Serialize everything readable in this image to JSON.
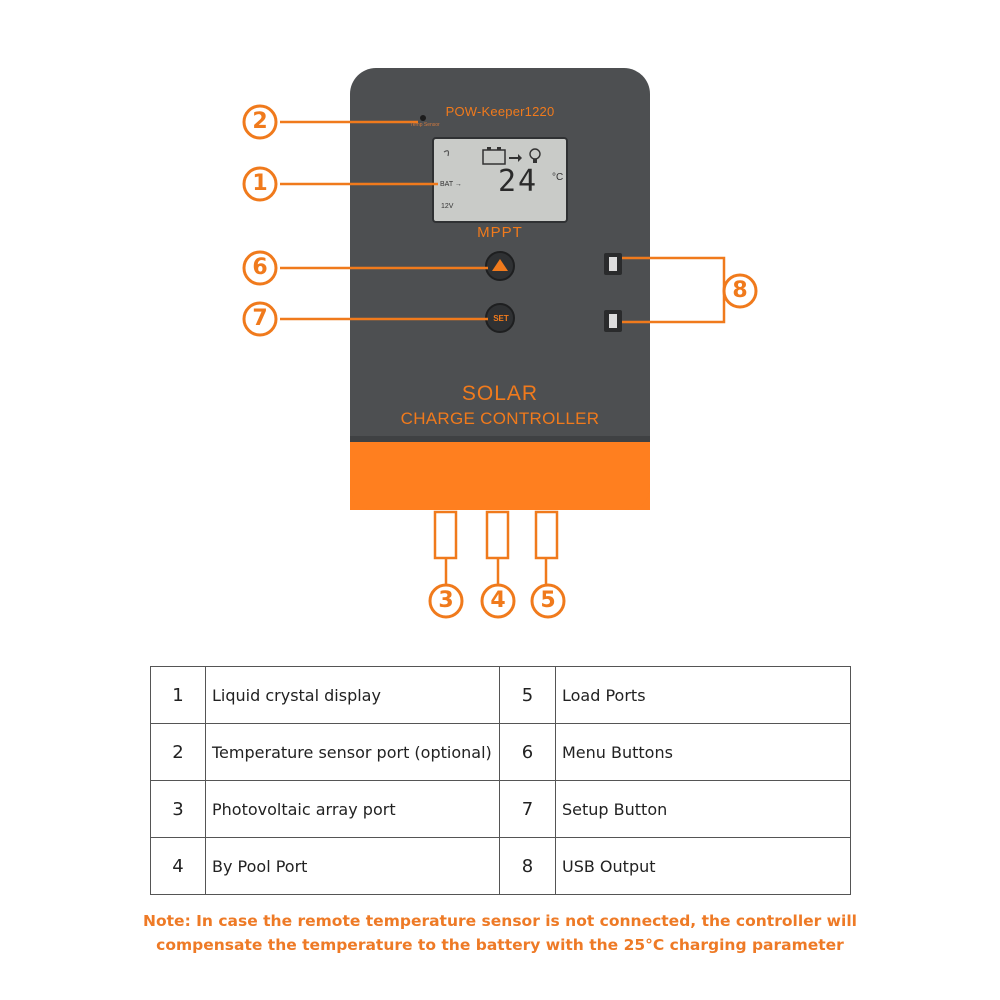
{
  "device": {
    "brand": "POW-Keeper1220",
    "temp_sensor_label": "Temp Sensor",
    "lcd": {
      "temperature": "24",
      "unit": "°C",
      "bat_label": "BAT →",
      "voltage": "12V"
    },
    "mppt": "MPPT",
    "set_label": "SET",
    "title_line1": "SOLAR",
    "title_line2": "CHARGE CONTROLLER",
    "colors": {
      "body": "#4d4f51",
      "accent": "#ff7f1f",
      "callout": "#f07a1c"
    }
  },
  "callouts": [
    "1",
    "2",
    "3",
    "4",
    "5",
    "6",
    "7",
    "8"
  ],
  "legend": {
    "rows": [
      {
        "left_num": "1",
        "left_desc": "Liquid crystal display",
        "right_num": "5",
        "right_desc": "Load Ports"
      },
      {
        "left_num": "2",
        "left_desc": "Temperature sensor port (optional)",
        "right_num": "6",
        "right_desc": "Menu Buttons"
      },
      {
        "left_num": "3",
        "left_desc": "Photovoltaic array port",
        "right_num": "7",
        "right_desc": "Setup Button"
      },
      {
        "left_num": "4",
        "left_desc": "By Pool Port",
        "right_num": "8",
        "right_desc": "USB Output"
      }
    ]
  },
  "note": {
    "line1": "Note: In case the remote temperature sensor is not connected, the controller will",
    "line2": "compensate the temperature to the battery with the 25°C charging parameter"
  }
}
